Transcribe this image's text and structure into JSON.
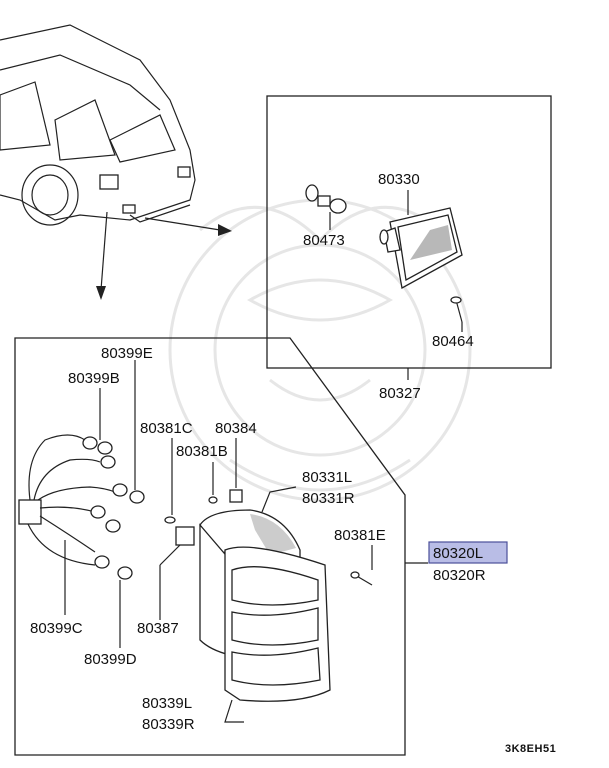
{
  "diagram": {
    "highlight_color": "#b9bde6",
    "highlight_border": "#4b4f9a",
    "inset": {
      "parts": {
        "lamp_top": "80330",
        "bulb": "80473",
        "screw": "80464",
        "assembly": "80327"
      }
    },
    "main": {
      "parts": {
        "socket_e": "80399E",
        "socket_b": "80399B",
        "socket_c": "80399C",
        "socket_d": "80399D",
        "clip_c": "80381C",
        "clip_b": "80381B",
        "grommet": "80384",
        "lens_l": "80331L",
        "lens_r": "80331R",
        "screw_e": "80381E",
        "bracket": "80387",
        "bezel_l": "80339L",
        "bezel_r": "80339R",
        "lamp_l": "80320L",
        "lamp_r": "80320R"
      }
    },
    "footer_code": "3K8EH51"
  }
}
